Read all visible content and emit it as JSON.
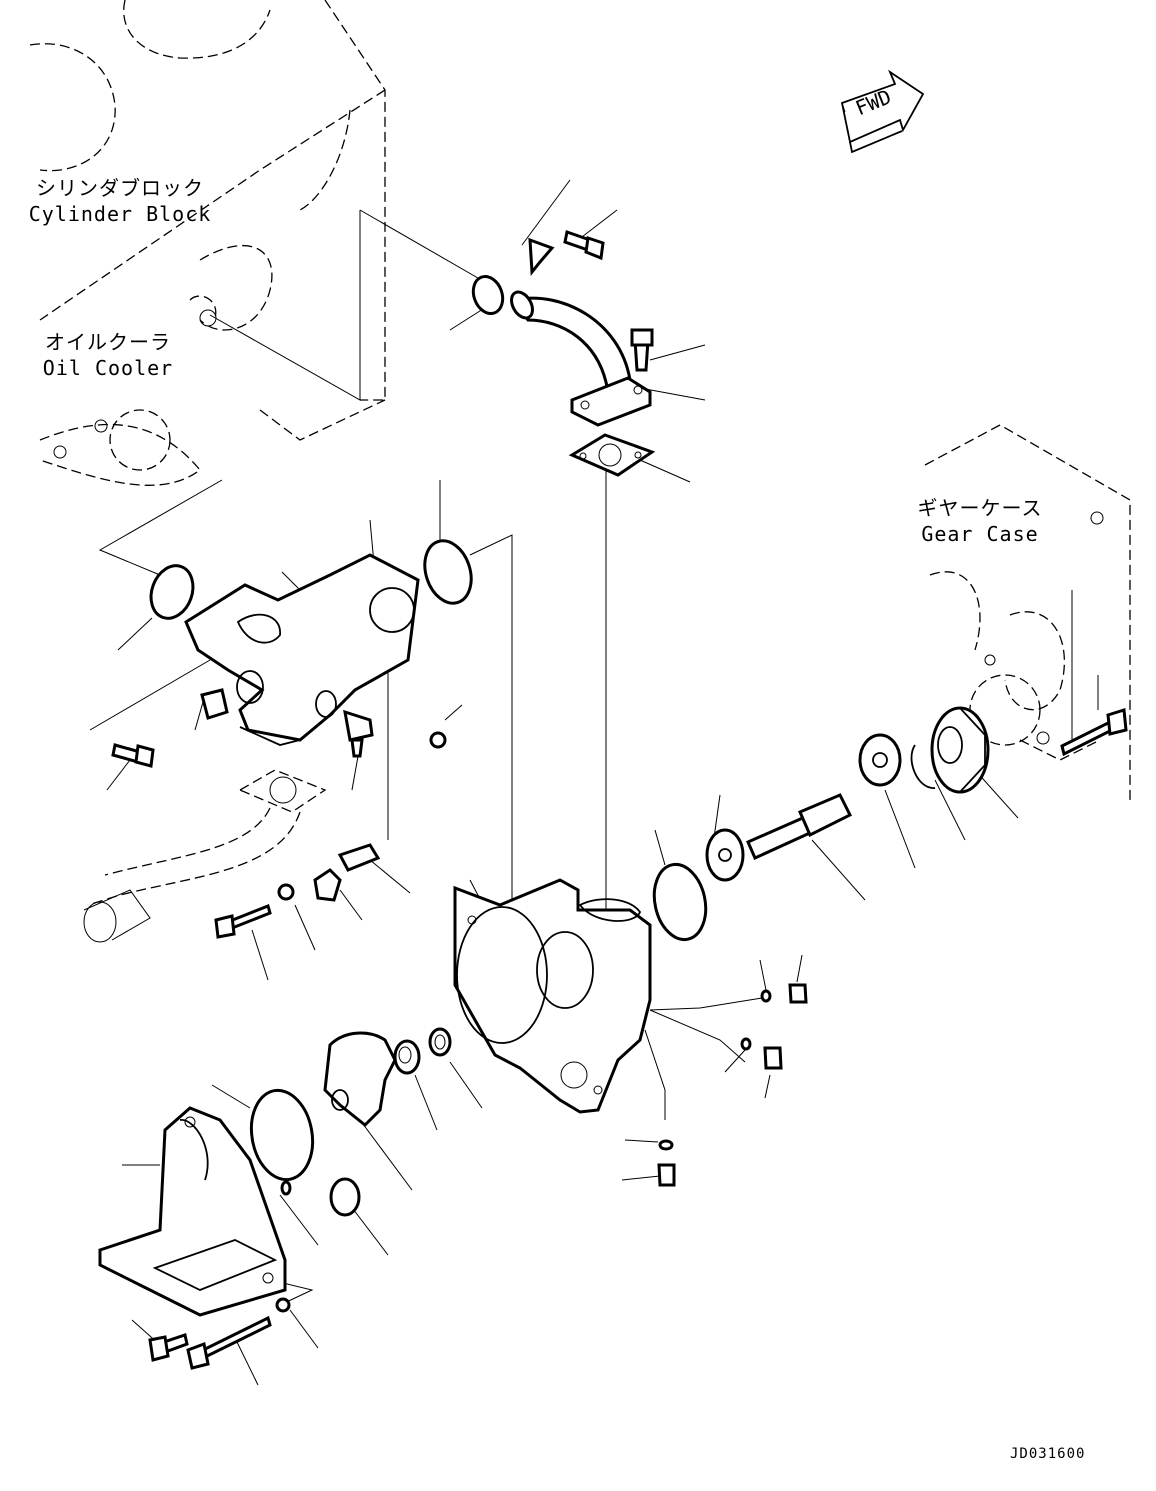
{
  "fwd_label": "FWD",
  "labels": {
    "cylinder_block_jp": "シリンダブロック",
    "cylinder_block_en": "Cylinder Block",
    "oil_cooler_jp": "オイルクーラ",
    "oil_cooler_en": "Oil Cooler",
    "gear_case_jp": "ギヤーケース",
    "gear_case_en": "Gear Case"
  },
  "drawing_code": "JD031600"
}
